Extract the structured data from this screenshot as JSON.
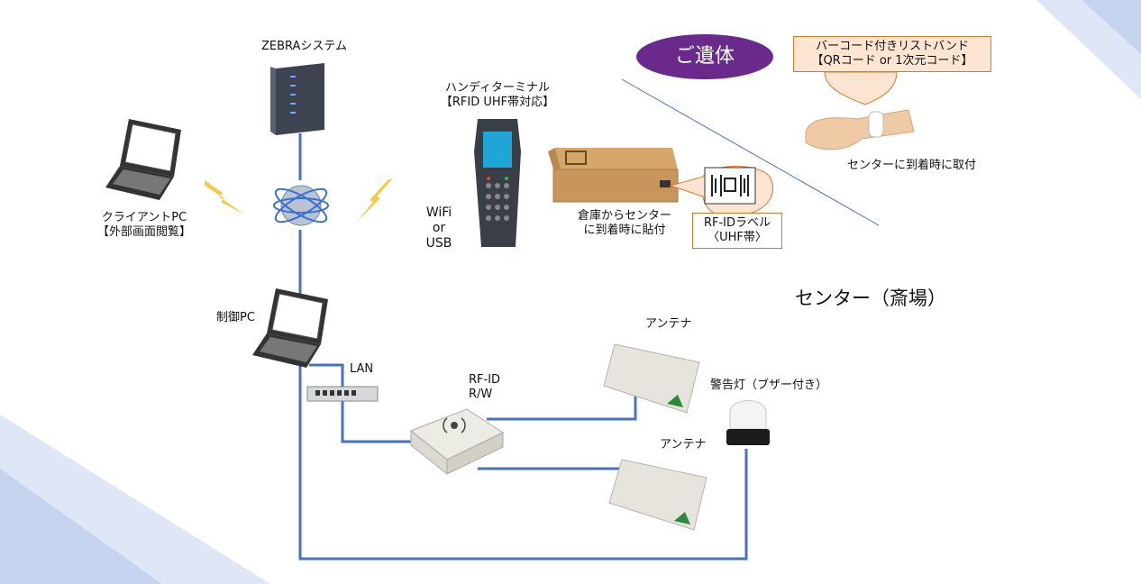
{
  "labels": {
    "zebra_system": "ZEBRAシステム",
    "handy_terminal_line1": "ハンディターミナル",
    "handy_terminal_line2": "【RFID UHF帯対応】",
    "wifi_line1": "WiFi",
    "wifi_line2": "or",
    "wifi_line3": "USB",
    "client_pc_line1": "クライアントPC",
    "client_pc_line2": "【外部画面閲覧】",
    "control_pc": "制御PC",
    "lan": "LAN",
    "rfid_rw_line1": "RF-ID",
    "rfid_rw_line2": "R/W",
    "antenna_top": "アンテナ",
    "antenna_bottom": "アンテナ",
    "warning_light": "警告灯（ブザー付き）",
    "center_venue": "センター（斎場）",
    "deceased": "ご遺体",
    "wristband_line1": "バーコード付きリストバンド",
    "wristband_line2": "【QRコード or 1次元コード】",
    "attach_on_arrival": "センターに到着時に取付",
    "warehouse_line1": "倉庫からセンター",
    "warehouse_line2": "に到着時に貼付",
    "rfid_label_line1": "RF-IDラベル",
    "rfid_label_line2": "〈UHF帯〉"
  },
  "colors": {
    "wire": "#4472c4",
    "callout_border": "#d9772b",
    "callout_fill": "#fde5d2",
    "oval": "#6a2a8c",
    "lightning": "#f2c94c",
    "box": "#c8955a"
  }
}
